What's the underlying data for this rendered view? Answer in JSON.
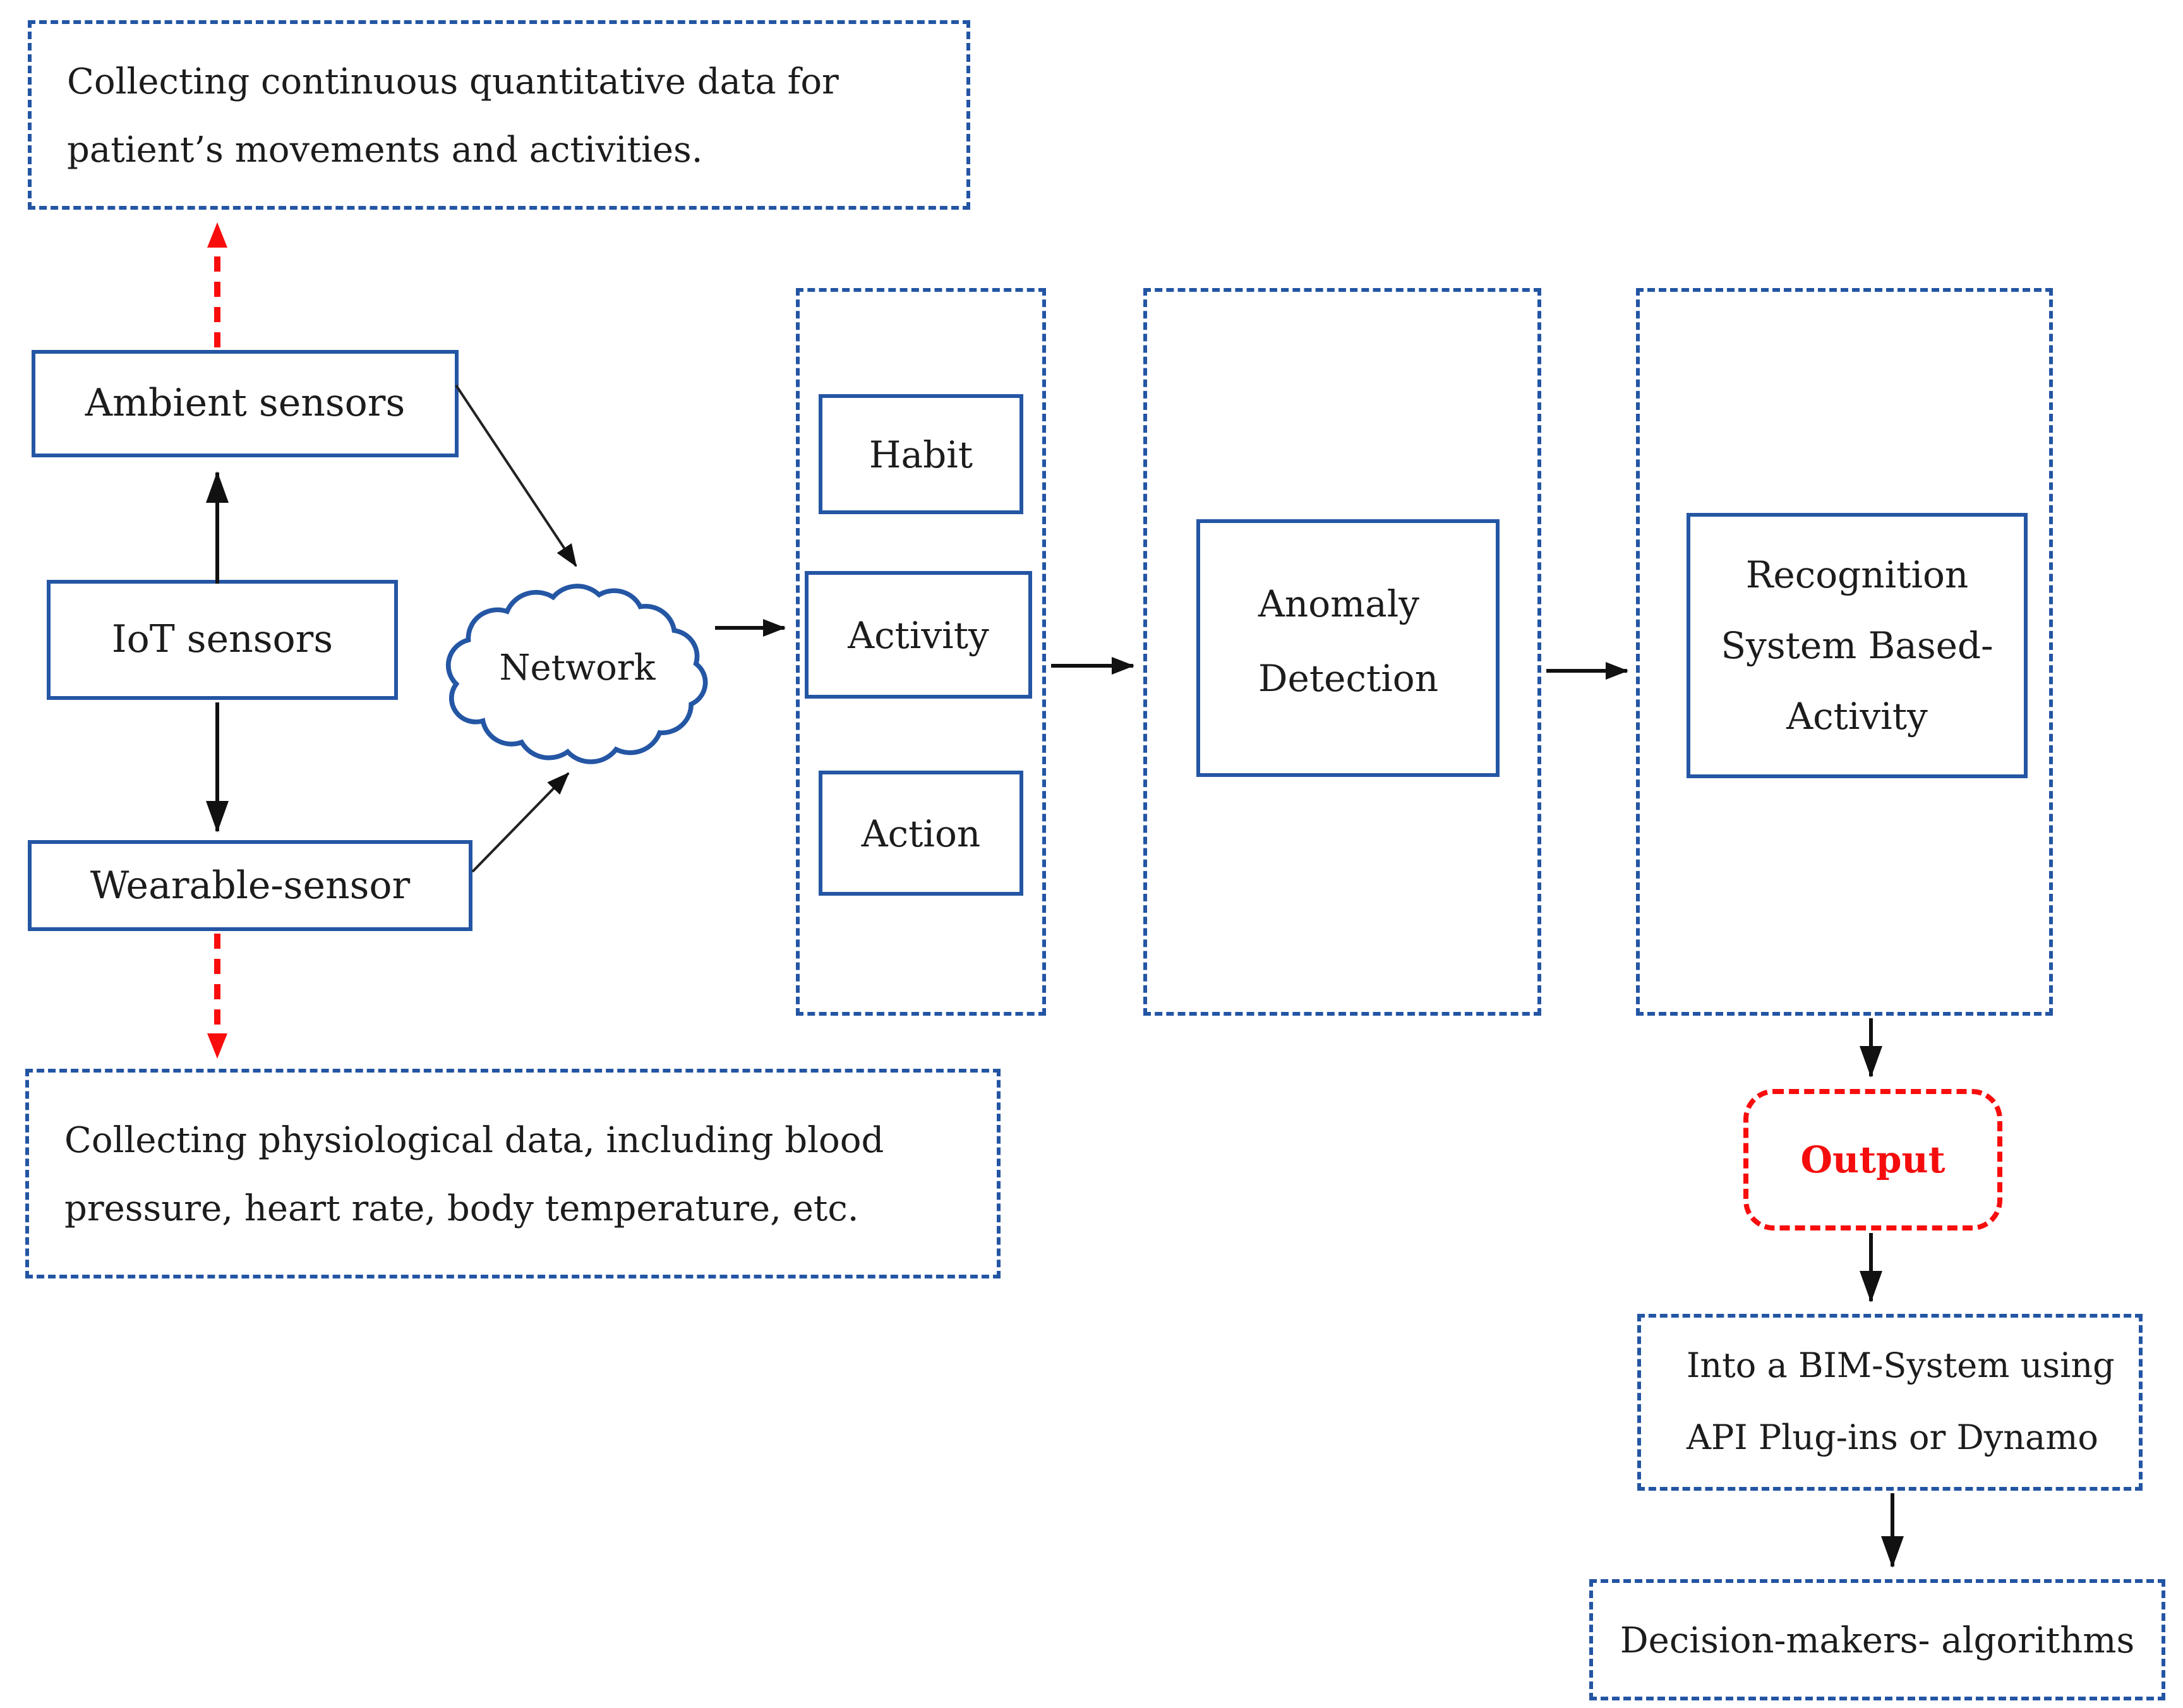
{
  "figure": {
    "notes": {
      "top": {
        "line1": "Collecting continuous quantitative data for",
        "line2": "patient’s movements and activities."
      },
      "bottom": {
        "line1": "Collecting physiological data, including blood",
        "line2": "pressure, heart rate, body temperature, etc."
      }
    },
    "sensors": {
      "ambient": "Ambient sensors",
      "iot": "IoT sensors",
      "wearable": "Wearable-sensor"
    },
    "network_label": "Network",
    "behavior": {
      "habit": "Habit",
      "activity": "Activity",
      "action": "Action"
    },
    "anomaly": {
      "line1": "Anomaly",
      "line2": "Detection"
    },
    "recognition": {
      "line1": "Recognition",
      "line2": "System Based-",
      "line3": "Activity"
    },
    "output_label": "Output",
    "bim": {
      "line1": "Into a BIM-System using",
      "line2": "API Plug-ins or Dynamo"
    },
    "decision_label": "Decision-makers- algorithms",
    "colors": {
      "box_border_blue": "#2456a4",
      "dashed_border_blue": "#2355a3",
      "dashed_red": "#f80d0d",
      "arrow_black": "#111111",
      "text": "#1c1c1c",
      "background": "#ffffff"
    }
  }
}
